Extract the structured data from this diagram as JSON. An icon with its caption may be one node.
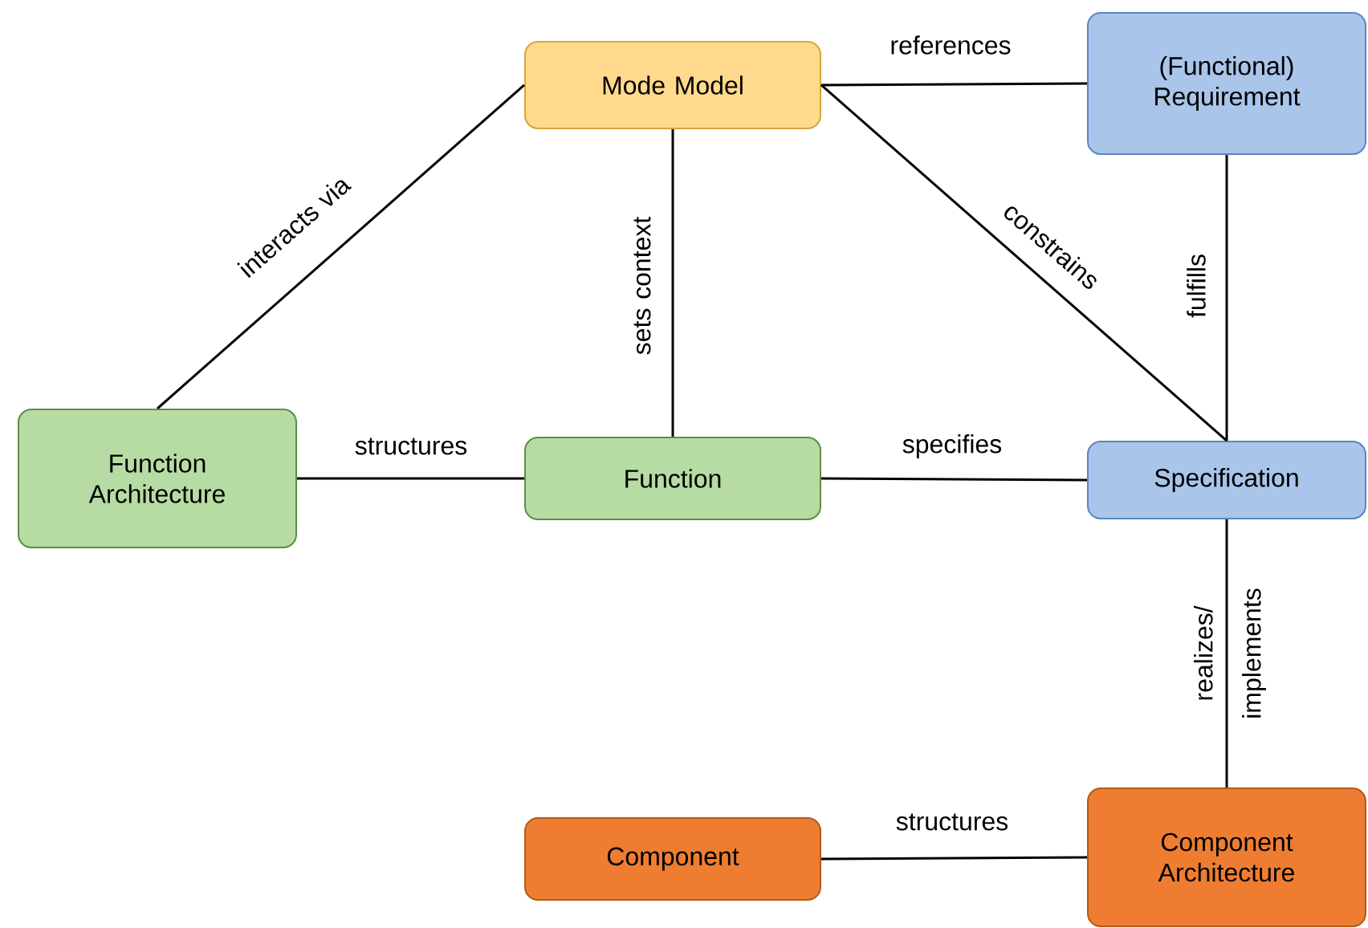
{
  "diagram": {
    "nodes": [
      {
        "text": [
          "Mode Model"
        ]
      },
      {
        "text": [
          "(Functional) Requirement"
        ]
      },
      {
        "text": [
          "Function Architecture"
        ]
      },
      {
        "text": [
          "Function"
        ]
      },
      {
        "text": [
          "Specification"
        ]
      },
      {
        "text": [
          "Component"
        ]
      },
      {
        "text": [
          "Component Architecture"
        ]
      }
    ],
    "edges": [
      {
        "from": 0,
        "to": 1,
        "arrow": "none",
        "label": "references"
      },
      {
        "from": 2,
        "to": 0,
        "arrow": "none",
        "label": "interacts via"
      },
      {
        "from": 0,
        "to": 3,
        "arrow": "none",
        "label": "sets context"
      },
      {
        "from": 0,
        "to": 4,
        "arrow": "none",
        "label": "constrains"
      },
      {
        "from": 1,
        "to": 4,
        "arrow": "none",
        "label": "fulfills"
      },
      {
        "from": 2,
        "to": 3,
        "arrow": "none",
        "label": "structures"
      },
      {
        "from": 3,
        "to": 4,
        "arrow": "none",
        "label": "specifies"
      },
      {
        "from": 4,
        "to": 6,
        "arrow": "none",
        "label": "realizes/ implements"
      },
      {
        "from": 5,
        "to": 6,
        "arrow": "none",
        "label": "structures"
      }
    ]
  }
}
